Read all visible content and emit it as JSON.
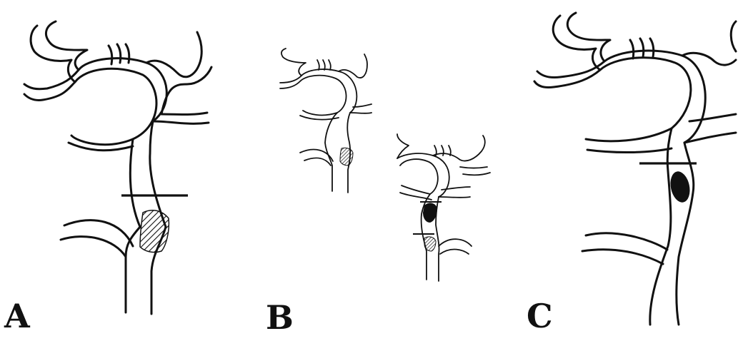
{
  "panels": [
    {
      "id": "A",
      "label": "A"
    },
    {
      "id": "B",
      "label": "B"
    },
    {
      "id": "C",
      "label": "C"
    }
  ],
  "colors": {
    "ink": "#111111",
    "background": "#ffffff"
  }
}
